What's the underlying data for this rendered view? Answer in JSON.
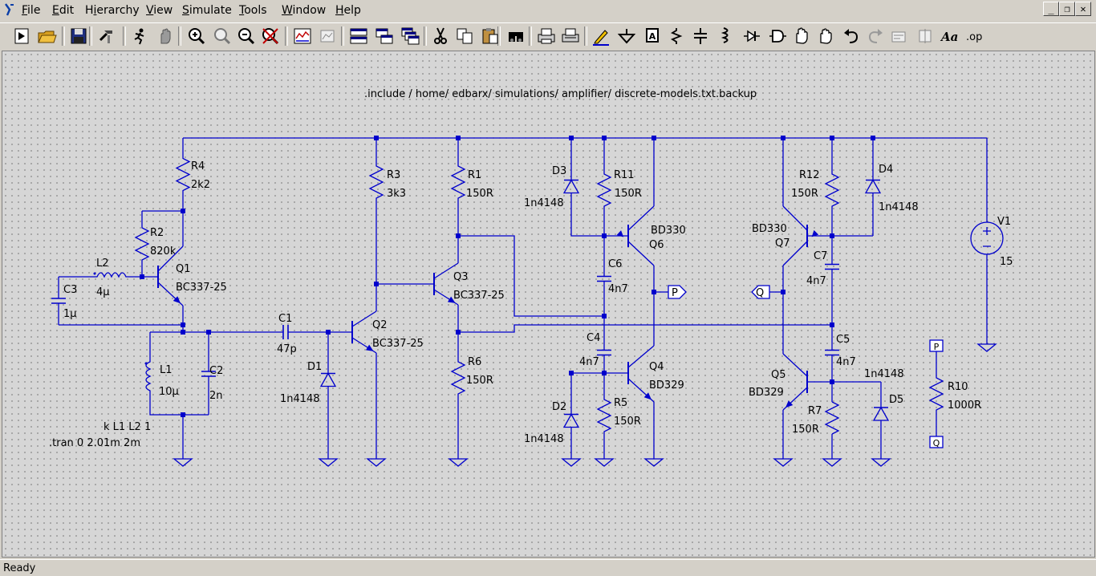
{
  "menubar": {
    "items": [
      {
        "label": "File",
        "u": "F"
      },
      {
        "label": "Edit",
        "u": "E"
      },
      {
        "label": "Hierarchy",
        "u": "i"
      },
      {
        "label": "View",
        "u": "V"
      },
      {
        "label": "Simulate",
        "u": "S"
      },
      {
        "label": "Tools",
        "u": "T"
      },
      {
        "label": "Window",
        "u": "W"
      },
      {
        "label": "Help",
        "u": "H"
      }
    ],
    "window_controls": [
      "_",
      "❐",
      "✕"
    ]
  },
  "toolbar": {
    "icons": [
      "run-icon",
      "open-icon",
      "save-icon",
      "control-panel-icon",
      "run-pause-icon",
      "halt-icon",
      "zoom-in-icon",
      "zoom-area-icon",
      "zoom-out-icon",
      "zoom-fit-icon",
      "waveform-icon",
      "autorange-icon",
      "tile-horizontal-icon",
      "tile-vertical-icon",
      "cascade-icon",
      "cut-icon",
      "copy-icon",
      "paste-icon",
      "find-icon",
      "print-icon",
      "print-preview-icon",
      "draw-wire-icon",
      "ground-icon",
      "label-net-icon",
      "resistor-icon",
      "capacitor-icon",
      "inductor-icon",
      "diode-icon",
      "component-icon",
      "move-icon",
      "drag-icon",
      "undo-icon",
      "redo-icon",
      "rotate-icon",
      "mirror-icon",
      "text-icon",
      "spice-directive-icon"
    ],
    "spice_label": ".op"
  },
  "schematic": {
    "directives": {
      "include": ".include / home/ edbarx/ simulations/ amplifier/ discrete-models.txt.backup",
      "coupling": "k L1 L2 1",
      "tran": ".tran 0 2.01m 2m"
    },
    "components": [
      {
        "ref": "R4",
        "value": "2k2"
      },
      {
        "ref": "R2",
        "value": "820k"
      },
      {
        "ref": "L2",
        "value": "4µ"
      },
      {
        "ref": "Q1",
        "value": "BC337-25"
      },
      {
        "ref": "C3",
        "value": "1µ"
      },
      {
        "ref": "L1",
        "value": "10µ"
      },
      {
        "ref": "C2",
        "value": "2n"
      },
      {
        "ref": "C1",
        "value": "47p"
      },
      {
        "ref": "D1",
        "value": "1n4148"
      },
      {
        "ref": "R3",
        "value": "3k3"
      },
      {
        "ref": "Q2",
        "value": "BC337-25"
      },
      {
        "ref": "R1",
        "value": "150R"
      },
      {
        "ref": "Q3",
        "value": "BC337-25"
      },
      {
        "ref": "R6",
        "value": "150R"
      },
      {
        "ref": "D3",
        "value": "1n4148"
      },
      {
        "ref": "R11",
        "value": "150R"
      },
      {
        "ref": "Q6",
        "value": "BD330"
      },
      {
        "ref": "C6",
        "value": "4n7"
      },
      {
        "ref": "C4",
        "value": "4n7"
      },
      {
        "ref": "Q4",
        "value": "BD329"
      },
      {
        "ref": "R5",
        "value": "150R"
      },
      {
        "ref": "D2",
        "value": "1n4148"
      },
      {
        "ref": "R12",
        "value": "150R"
      },
      {
        "ref": "D4",
        "value": "1n4148"
      },
      {
        "ref": "Q7",
        "value": "BD330"
      },
      {
        "ref": "C7",
        "value": "4n7"
      },
      {
        "ref": "C5",
        "value": "4n7"
      },
      {
        "ref": "Q5",
        "value": "BD329"
      },
      {
        "ref": "R7",
        "value": "150R"
      },
      {
        "ref": "D5",
        "value": "1n4148"
      },
      {
        "ref": "V1",
        "value": "15"
      },
      {
        "ref": "R10",
        "value": "1000R"
      }
    ],
    "net_labels": [
      "P",
      "Q",
      "P",
      "Q"
    ]
  },
  "status": {
    "text": "Ready"
  },
  "colors": {
    "wire": "#0000cc",
    "junction": "#0000cc",
    "text": "#000000",
    "grid": "#d6d6d6"
  }
}
